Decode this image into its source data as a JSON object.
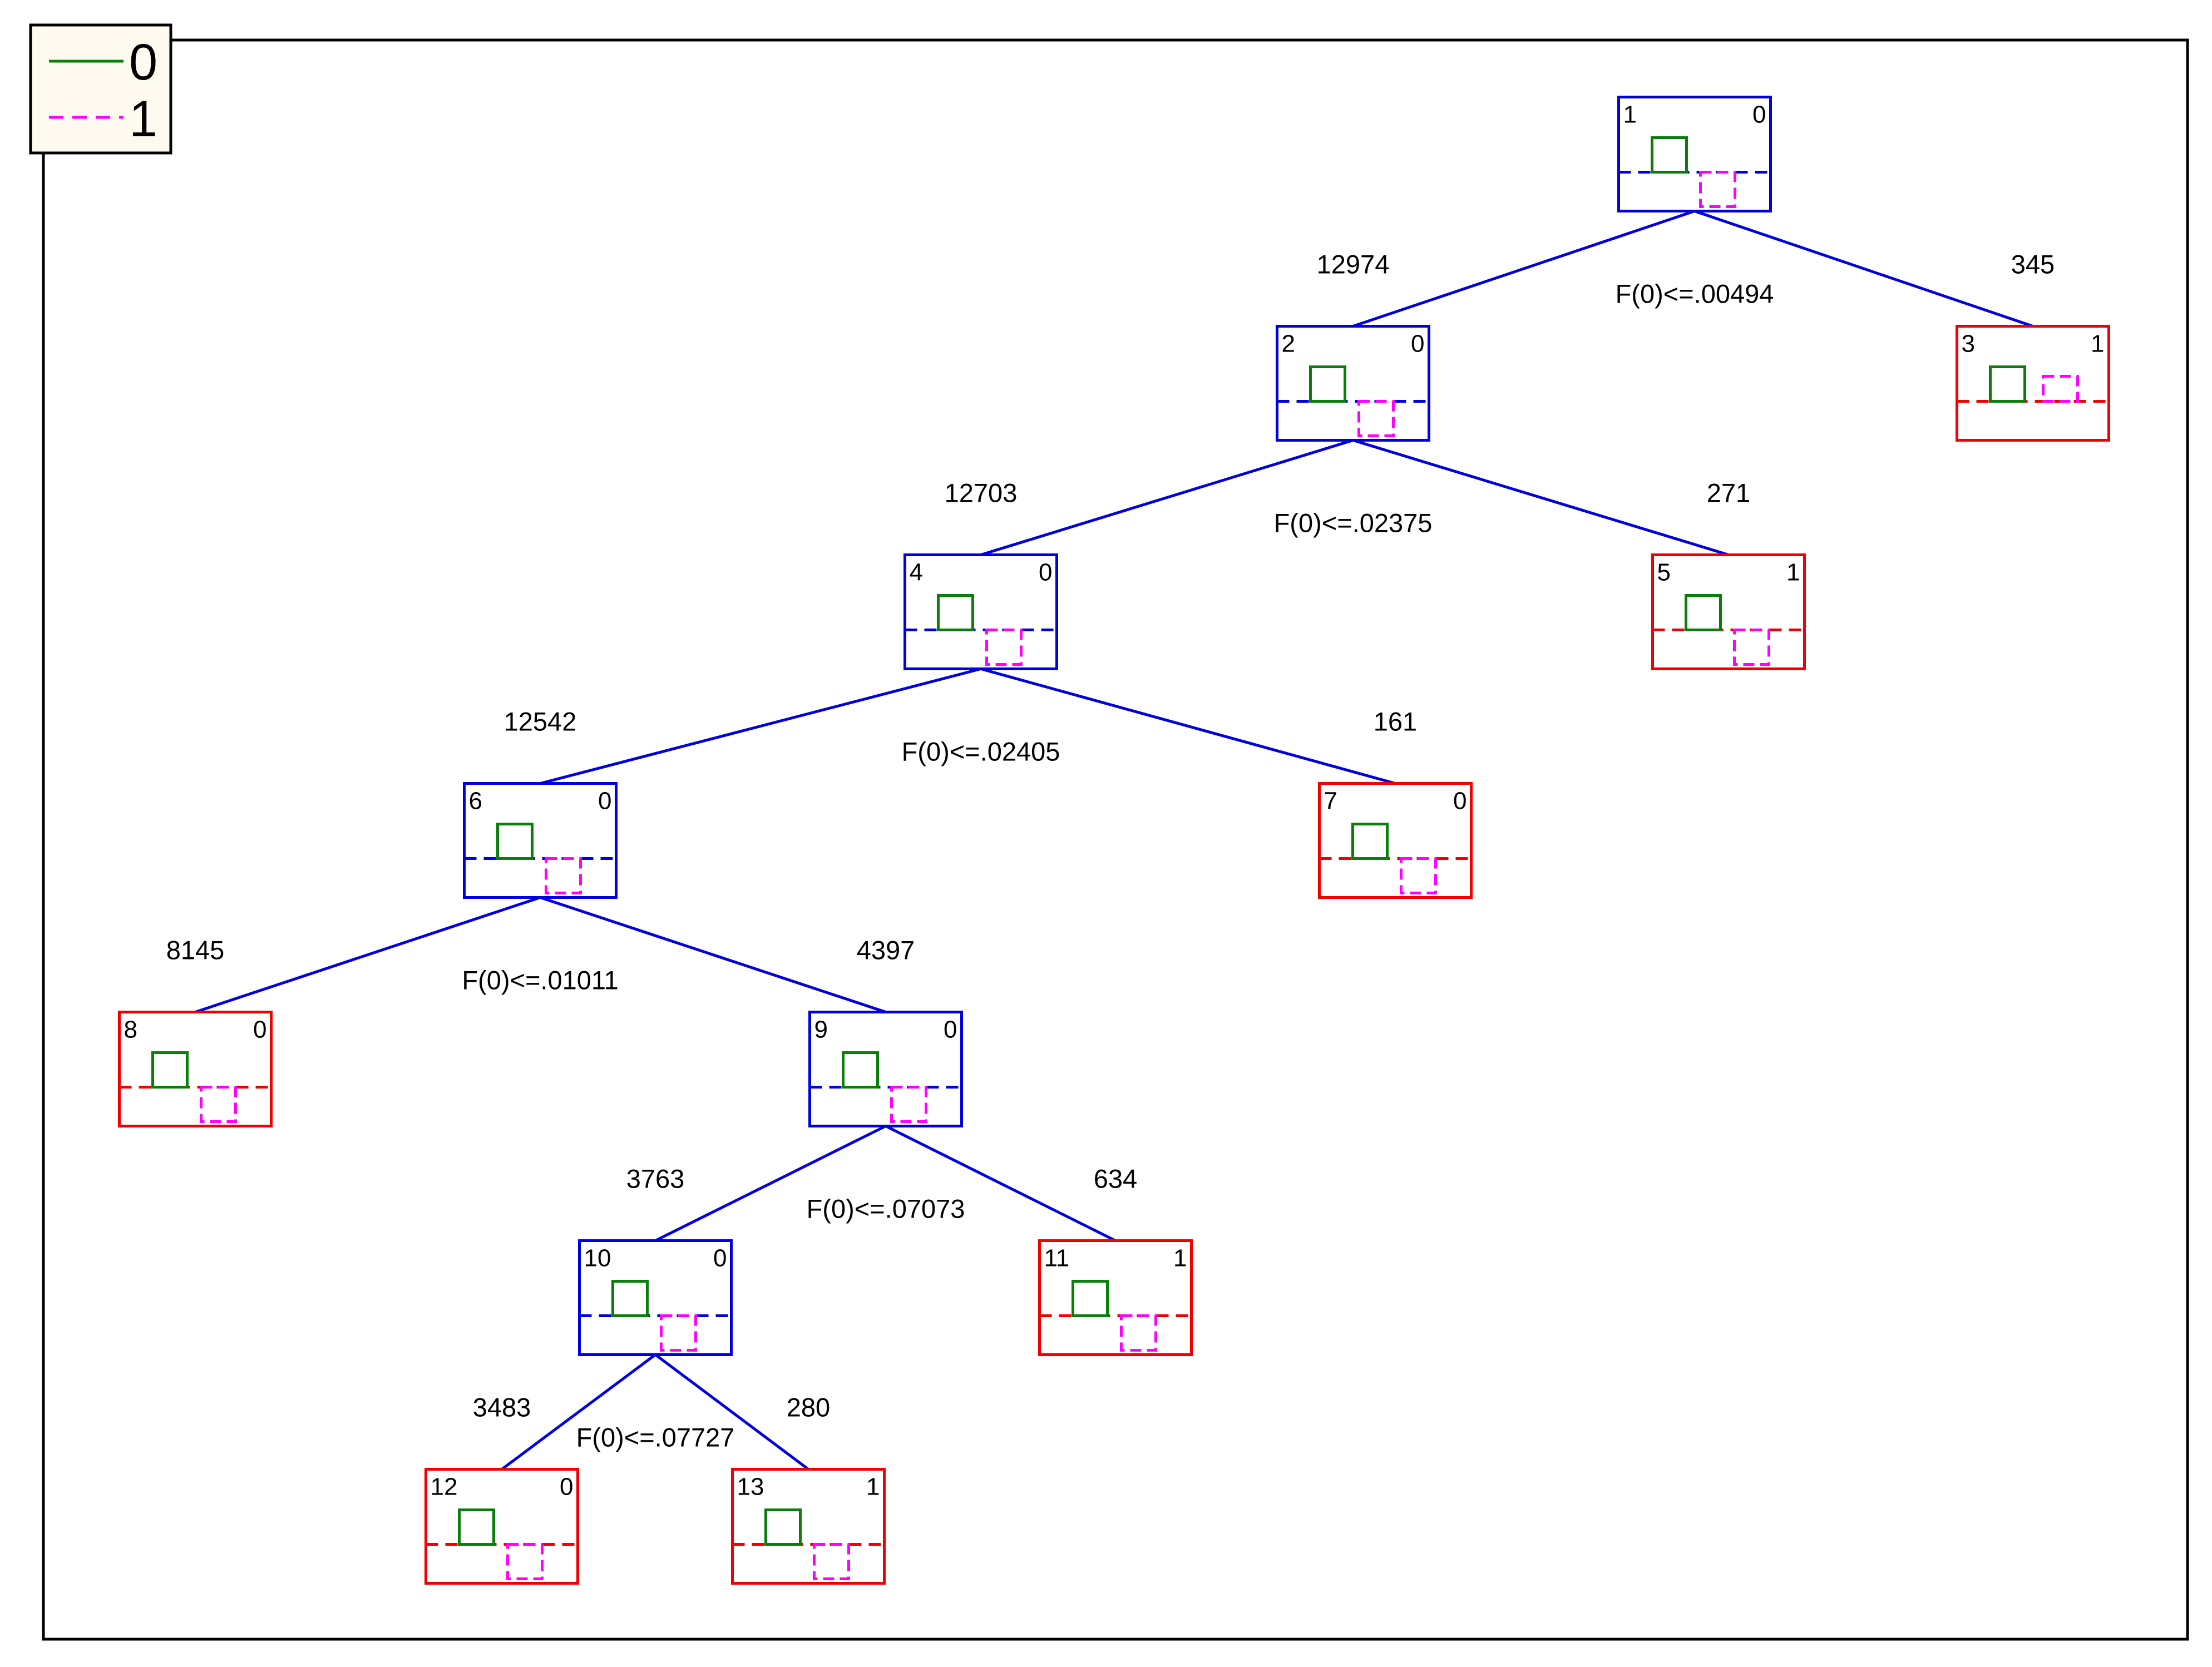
{
  "legend": {
    "items": [
      {
        "label": "0",
        "color": "#0a7d0a",
        "style": "solid"
      },
      {
        "label": "1",
        "color": "#ff00ff",
        "style": "dashed"
      }
    ]
  },
  "colors": {
    "internal": "#0000e0",
    "leaf": "#f00000",
    "class0": "#0a7d0a",
    "class1": "#ff00ff",
    "frame": "#000000",
    "legend_bg": "#fffaf0"
  },
  "tree": {
    "nodes": [
      {
        "id": "1",
        "class": "0",
        "kind": "internal",
        "split": "F(0)<=.00494"
      },
      {
        "id": "2",
        "class": "0",
        "kind": "internal",
        "split": "F(0)<=.02375"
      },
      {
        "id": "3",
        "class": "1",
        "kind": "leaf"
      },
      {
        "id": "4",
        "class": "0",
        "kind": "internal",
        "split": "F(0)<=.02405"
      },
      {
        "id": "5",
        "class": "1",
        "kind": "leaf"
      },
      {
        "id": "6",
        "class": "0",
        "kind": "internal",
        "split": "F(0)<=.01011"
      },
      {
        "id": "7",
        "class": "0",
        "kind": "leaf"
      },
      {
        "id": "8",
        "class": "0",
        "kind": "leaf"
      },
      {
        "id": "9",
        "class": "0",
        "kind": "internal",
        "split": "F(0)<=.07073"
      },
      {
        "id": "10",
        "class": "0",
        "kind": "internal",
        "split": "F(0)<=.07727"
      },
      {
        "id": "11",
        "class": "1",
        "kind": "leaf"
      },
      {
        "id": "12",
        "class": "0",
        "kind": "leaf"
      },
      {
        "id": "13",
        "class": "1",
        "kind": "leaf"
      }
    ],
    "edges": [
      {
        "from": "1",
        "to": "2",
        "count": "12974"
      },
      {
        "from": "1",
        "to": "3",
        "count": "345"
      },
      {
        "from": "2",
        "to": "4",
        "count": "12703"
      },
      {
        "from": "2",
        "to": "5",
        "count": "271"
      },
      {
        "from": "4",
        "to": "6",
        "count": "12542"
      },
      {
        "from": "4",
        "to": "7",
        "count": "161"
      },
      {
        "from": "6",
        "to": "8",
        "count": "8145"
      },
      {
        "from": "6",
        "to": "9",
        "count": "4397"
      },
      {
        "from": "9",
        "to": "10",
        "count": "3763"
      },
      {
        "from": "9",
        "to": "11",
        "count": "634"
      },
      {
        "from": "10",
        "to": "12",
        "count": "3483"
      },
      {
        "from": "10",
        "to": "13",
        "count": "280"
      }
    ]
  }
}
